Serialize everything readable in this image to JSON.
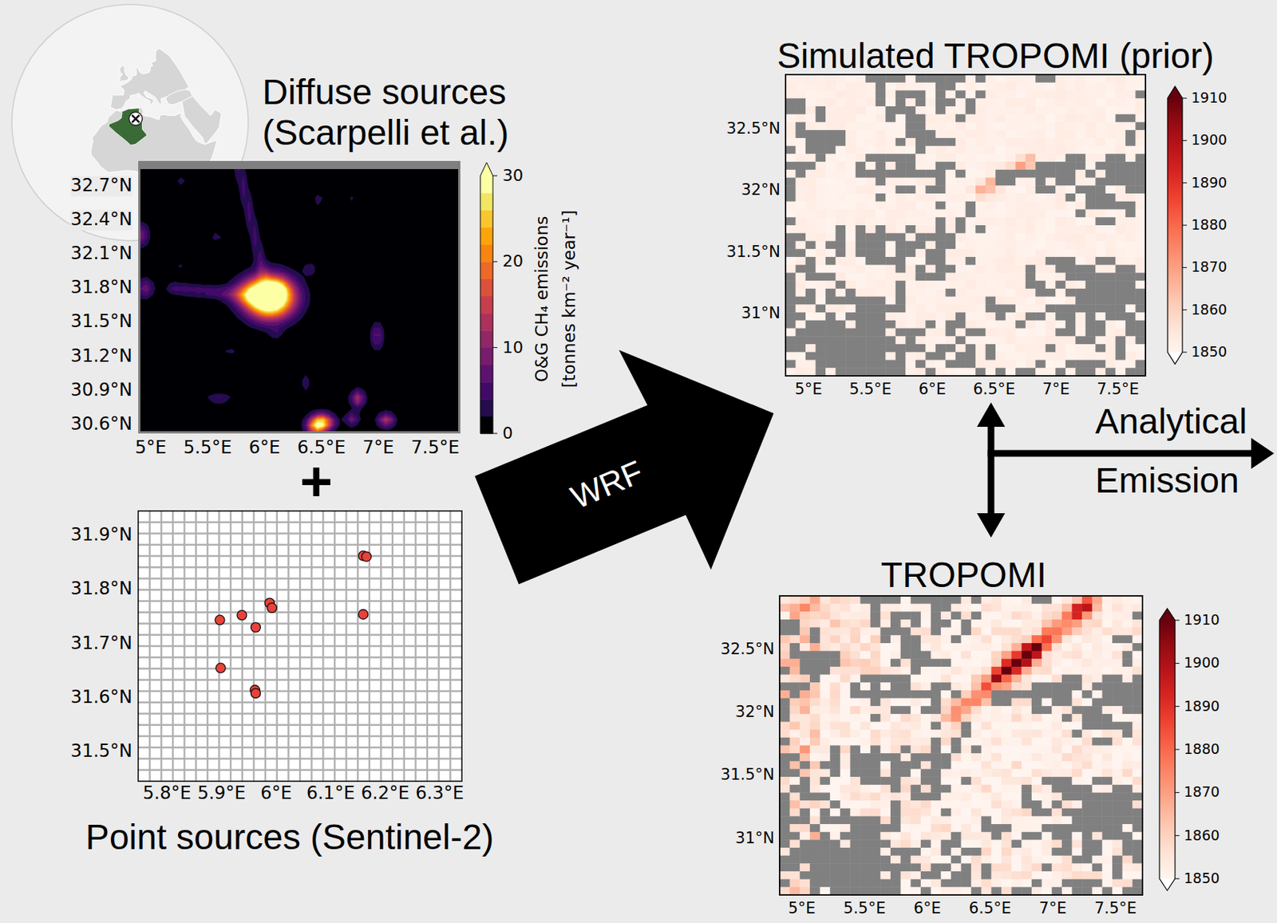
{
  "diagram": {
    "nodes": [
      {
        "text": [
          "Diffuse sources (Scarpelli et al.)"
        ]
      },
      {
        "text": [
          "Point sources (Sentinel-2)"
        ]
      },
      {
        "text": [
          "WRF"
        ]
      },
      {
        "text": [
          "Simulated TROPOMI (prior)"
        ]
      },
      {
        "text": [
          "TROPOMI"
        ]
      }
    ],
    "edges": [
      {
        "from": 3,
        "to": 4,
        "arrow": "both"
      }
    ],
    "labels": [
      "32.7°N",
      "32.4°N",
      "32.1°N",
      "31.8°N",
      "31.5°N",
      "31.2°N",
      "30.9°N",
      "30.6°N",
      "5°E",
      "5.5°E",
      "6°E",
      "6.5°E",
      "7°E",
      "7.5°E",
      "30",
      "20",
      "10",
      "0",
      "O&G CH₄ emissions",
      "[tonnes km⁻² year⁻¹]",
      "+",
      "31.9°N",
      "31.8°N",
      "31.7°N",
      "31.6°N",
      "31.5°N",
      "5.8°E",
      "5.9°E",
      "6°E",
      "6.1°E",
      "6.2°E",
      "6.3°E",
      "32.5°N",
      "32°N",
      "31.5°N",
      "31°N",
      "5°E",
      "5.5°E",
      "6°E",
      "6.5°E",
      "7°E",
      "7.5°E",
      "1910",
      "1900",
      "1890",
      "1880",
      "1870",
      "1860",
      "1850",
      "Analytical",
      "Emission",
      "32.5°N",
      "32°N",
      "31.5°N",
      "31°N",
      "5°E",
      "5.5°E",
      "6°E",
      "6.5°E",
      "7°E",
      "7.5°E",
      "1910",
      "1900",
      "1890",
      "1880",
      "1870",
      "1860",
      "1850"
    ]
  }
}
